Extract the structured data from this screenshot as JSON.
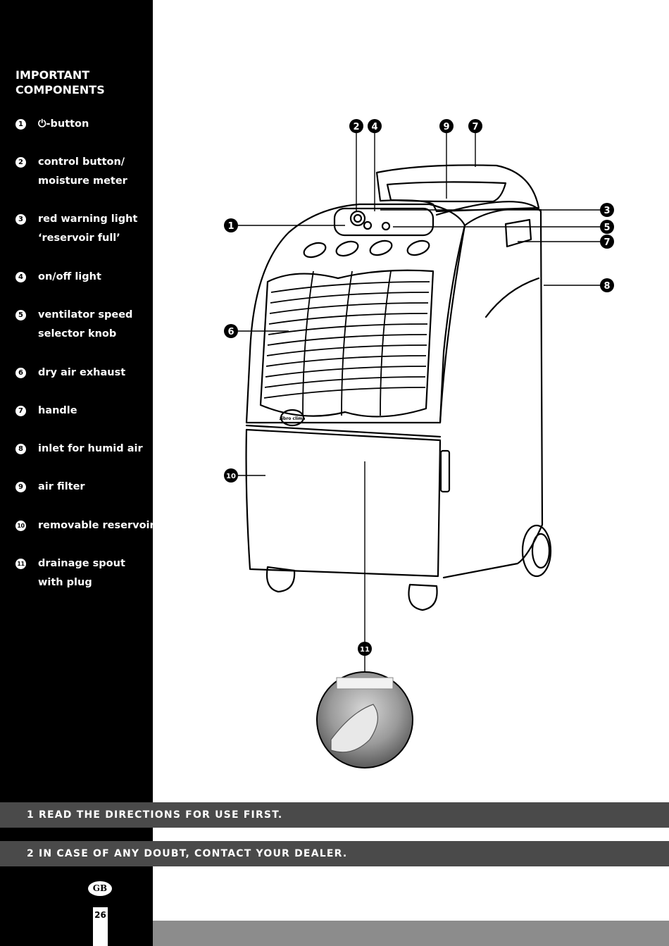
{
  "sidebar": {
    "heading": "IMPORTANT COMPONENTS",
    "items": [
      {
        "num": "1",
        "label_line1": "⏻-button",
        "label_line2": ""
      },
      {
        "num": "2",
        "label_line1": "control button/",
        "label_line2": "moisture meter"
      },
      {
        "num": "3",
        "label_line1": "red warning light",
        "label_line2": "‘reservoir full’"
      },
      {
        "num": "4",
        "label_line1": "on/off light",
        "label_line2": ""
      },
      {
        "num": "5",
        "label_line1": "ventilator speed",
        "label_line2": "selector knob"
      },
      {
        "num": "6",
        "label_line1": "dry air exhaust",
        "label_line2": ""
      },
      {
        "num": "7",
        "label_line1": "handle",
        "label_line2": ""
      },
      {
        "num": "8",
        "label_line1": "inlet for humid air",
        "label_line2": ""
      },
      {
        "num": "9",
        "label_line1": "air filter",
        "label_line2": ""
      },
      {
        "num": "10",
        "label_line1": "removable reservoir",
        "label_line2": ""
      },
      {
        "num": "11",
        "label_line1": "drainage spout",
        "label_line2": "with plug"
      }
    ]
  },
  "diagram": {
    "callouts": [
      "2",
      "4",
      "9",
      "7",
      "3",
      "1",
      "5",
      "7",
      "8",
      "6",
      "10",
      "11"
    ],
    "logo_text": "zibro clima"
  },
  "bars": {
    "line1": "1 READ THE DIRECTIONS FOR USE FIRST.",
    "line2": "2 IN CASE OF ANY DOUBT, CONTACT YOUR DEALER."
  },
  "footer": {
    "country_badge": "GB",
    "page_number": "26"
  },
  "colors": {
    "sidebar": "#000000",
    "bar": "#4a4a4a",
    "footer_strip": "#8c8c8c"
  }
}
